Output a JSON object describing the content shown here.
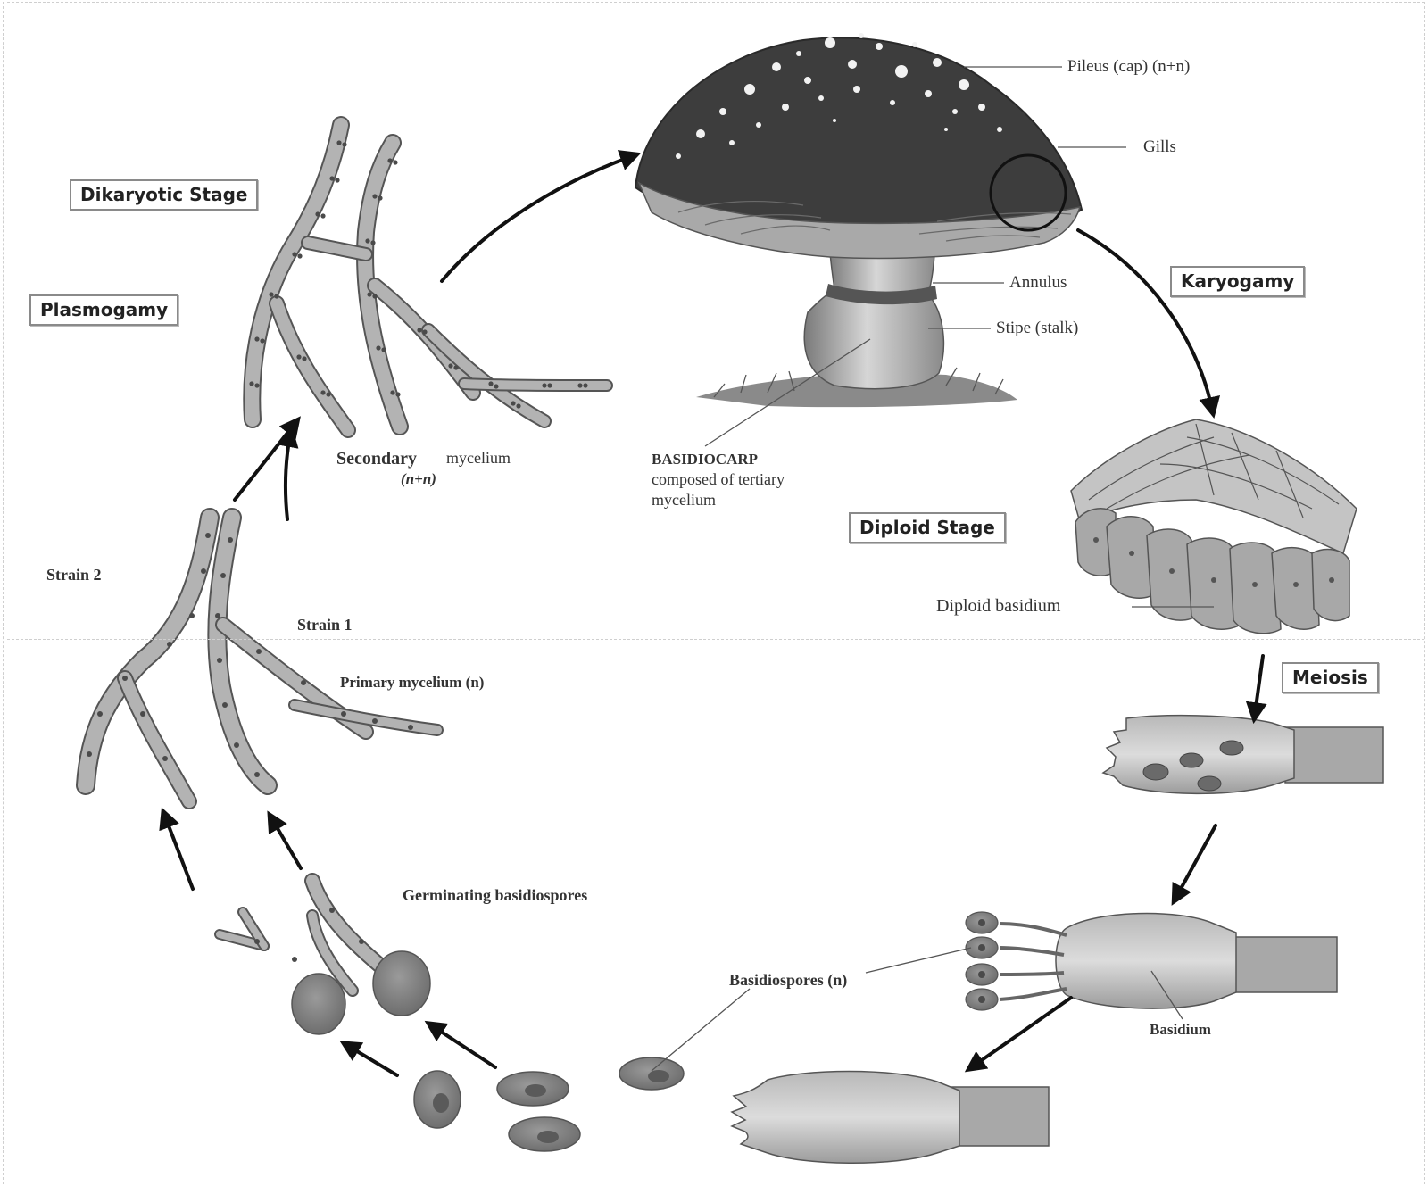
{
  "stages": {
    "dikaryotic": "Dikaryotic Stage",
    "plasmogamy": "Plasmogamy",
    "karyogamy": "Karyogamy",
    "diploid": "Diploid Stage",
    "meiosis": "Meiosis"
  },
  "labels": {
    "pileus": "Pileus (cap) (n+n)",
    "gills": "Gills",
    "annulus": "Annulus",
    "stipe": "Stipe (stalk)",
    "basidiocarp_1": "BASIDIOCARP",
    "basidiocarp_2": "composed of tertiary",
    "basidiocarp_3": "mycelium",
    "secondary_1": "Secondary",
    "secondary_2": "mycelium",
    "secondary_3": "(n+n)",
    "strain2": "Strain 2",
    "strain1": "Strain 1",
    "primary": "Primary mycelium (n)",
    "germinating": "Germinating basidiospores",
    "basidiospores": "Basidiospores (n)",
    "diploid_basidium": "Diploid basidium",
    "basidium": "Basidium"
  },
  "colors": {
    "cell_fill": "#b3b3b3",
    "cell_stroke": "#555555",
    "nucleus": "#4a4a4a",
    "cap_fill": "#3d3d3d",
    "arrow": "#111111"
  }
}
